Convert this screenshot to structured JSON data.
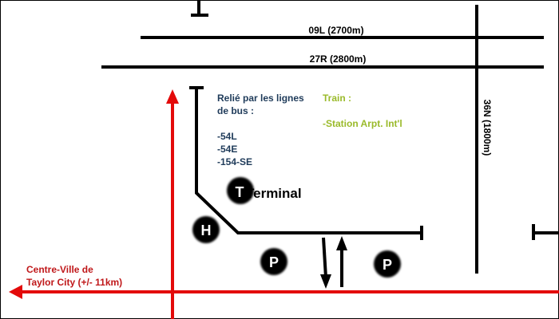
{
  "runways": {
    "r09l": "09L (2700m)",
    "r27r": "27R (2800m)",
    "r36n": "36N (1800m)"
  },
  "bus": {
    "title_line1": "Relié par les lignes",
    "title_line2": "de bus :",
    "lines": [
      "-54L",
      "-54E",
      "-154-SE"
    ]
  },
  "train": {
    "title": "Train :",
    "station": "-Station Arpt. Int'l"
  },
  "terminal_label": "Terminal",
  "markers": {
    "terminal": "T",
    "heliport": "H",
    "parking": "P"
  },
  "city": {
    "line1": "Centre-Ville de",
    "line2": "Taylor City (+/- 11km)"
  },
  "colors": {
    "road": "#e30a0a",
    "bus_text": "#1f3b5a",
    "train_text": "#9aba2a"
  }
}
